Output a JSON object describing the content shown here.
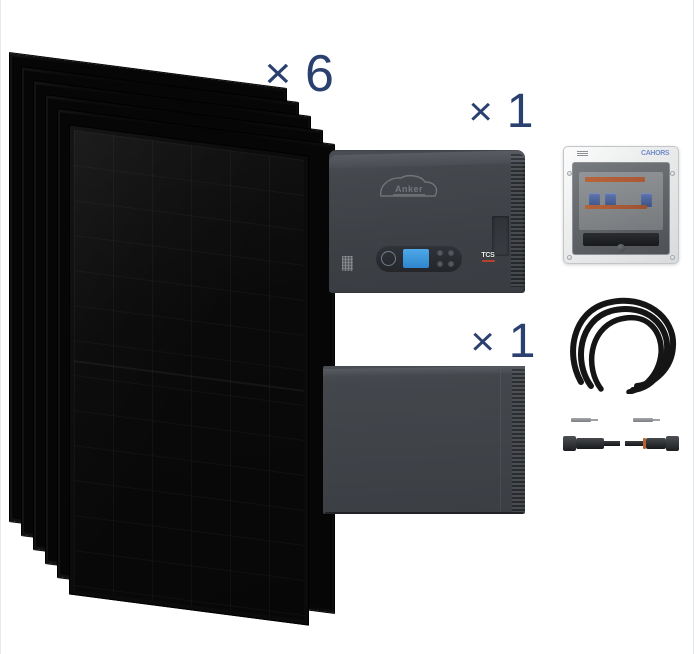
{
  "product_kit": {
    "title": "Solar kit component overview",
    "background_color": "#ffffff",
    "accent_color": "#2a4170"
  },
  "quantities": [
    {
      "id": "solar-panels",
      "multiplier_symbol": "×",
      "count": "6",
      "item_label": "Black solar panels"
    },
    {
      "id": "hybrid-inverter",
      "multiplier_symbol": "×",
      "count": "1",
      "item_label": "Hybrid inverter"
    },
    {
      "id": "battery-module",
      "multiplier_symbol": "×",
      "count": "1",
      "item_label": "Battery storage module"
    }
  ],
  "components": {
    "panels": {
      "name": "Full black monocrystalline solar panel stack",
      "stack_count": 6,
      "color": "#0a0a0a"
    },
    "inverter": {
      "name": "Wall-mounted hybrid inverter",
      "body_color": "#41454a",
      "logo_text": "Anker",
      "display_label": "LCD display",
      "badge_text": "TCS",
      "qr_label": "QR code sticker"
    },
    "battery": {
      "name": "Battery storage module",
      "body_color": "#41454a"
    },
    "enclosure": {
      "name": "AC/DC protection enclosure",
      "shell_color": "#eceded",
      "breaker_color": "#3d5a9e",
      "label_color": "#c9622f",
      "brand_mark": "CAHORS"
    },
    "cable": {
      "name": "Solar DC cable coil",
      "color": "#1a1a1a"
    },
    "connectors": {
      "name": "MC4 connector pair",
      "male_label": "MC4 male connector",
      "female_label": "MC4 female connector",
      "color": "#202225"
    }
  }
}
